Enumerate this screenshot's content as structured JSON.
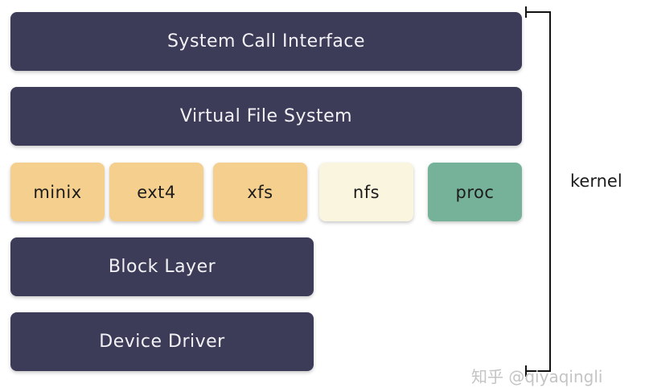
{
  "layers": {
    "syscall": "System Call Interface",
    "vfs": "Virtual File System",
    "block": "Block Layer",
    "driver": "Device Driver"
  },
  "filesystems": [
    {
      "label": "minix",
      "color": "#f5cf8e"
    },
    {
      "label": "ext4",
      "color": "#f5cf8e"
    },
    {
      "label": "xfs",
      "color": "#f5cf8e"
    },
    {
      "label": "nfs",
      "color": "#faf5df"
    },
    {
      "label": "proc",
      "color": "#75b299"
    }
  ],
  "kernel_label": "kernel",
  "watermark": "知乎 @qiyaqingli",
  "colors": {
    "layer_bg": "#3c3c58",
    "layer_text": "#f2f2f6"
  }
}
